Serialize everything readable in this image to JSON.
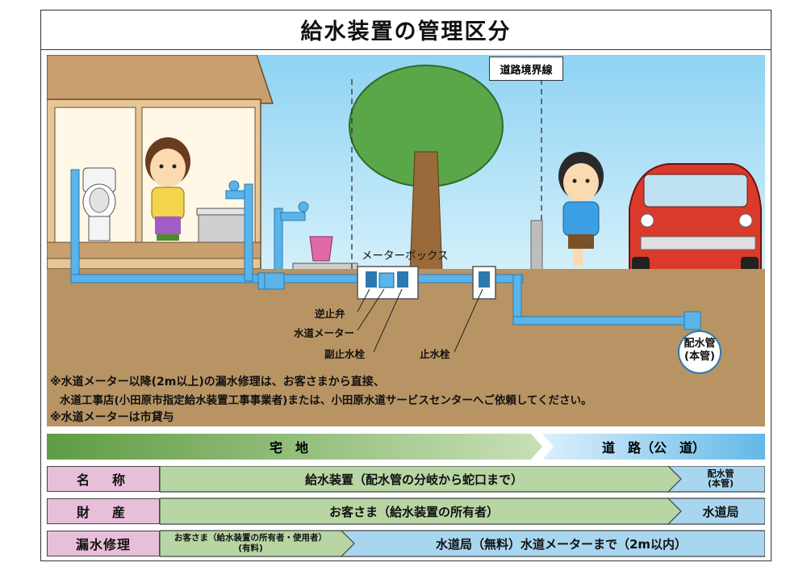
{
  "title": "給水装置の管理区分",
  "scene": {
    "boundary_label": "道路境界線",
    "meter_box_label": "メーターボックス",
    "parts": [
      "逆止弁",
      "水道メーター",
      "副止水栓",
      "止水栓"
    ],
    "main_pipe_label_1": "配水管",
    "main_pipe_label_2": "(本管)"
  },
  "notes": [
    "※水道メーター以降(2m以上)の漏水修理は、お客さまから直接、",
    "水道工事店(小田原市指定給水装置工事事業者)または、小田原水道サービスセンターへご依頼してください。",
    "※水道メーターは市貸与"
  ],
  "zones": {
    "private": "宅　地",
    "public": "道　路（公　道）"
  },
  "table": {
    "rows": [
      {
        "label": "名　称",
        "left": "給水装置（配水管の分岐から蛇口まで）",
        "right_1": "配水管",
        "right_2": "(本管)"
      },
      {
        "label": "財　産",
        "left": "お客さま（給水装置の所有者）",
        "right_1": "水道局",
        "right_2": ""
      },
      {
        "label": "漏水修理",
        "left_1": "お客さま（給水装置の所有者・使用者）",
        "left_2": "(有料)",
        "right_1": "水道局（無料）水道メーターまで（2m以内）"
      }
    ]
  },
  "colors": {
    "sky": "#aee0f5",
    "ground": "#b89464",
    "pipe": "#5ab4ea",
    "green_band": "#5f9c43",
    "blue_band": "#62b8e8",
    "pink_label": "#e7bfd8",
    "light_green": "#b8d5a4",
    "light_blue": "#a9d6ef"
  }
}
